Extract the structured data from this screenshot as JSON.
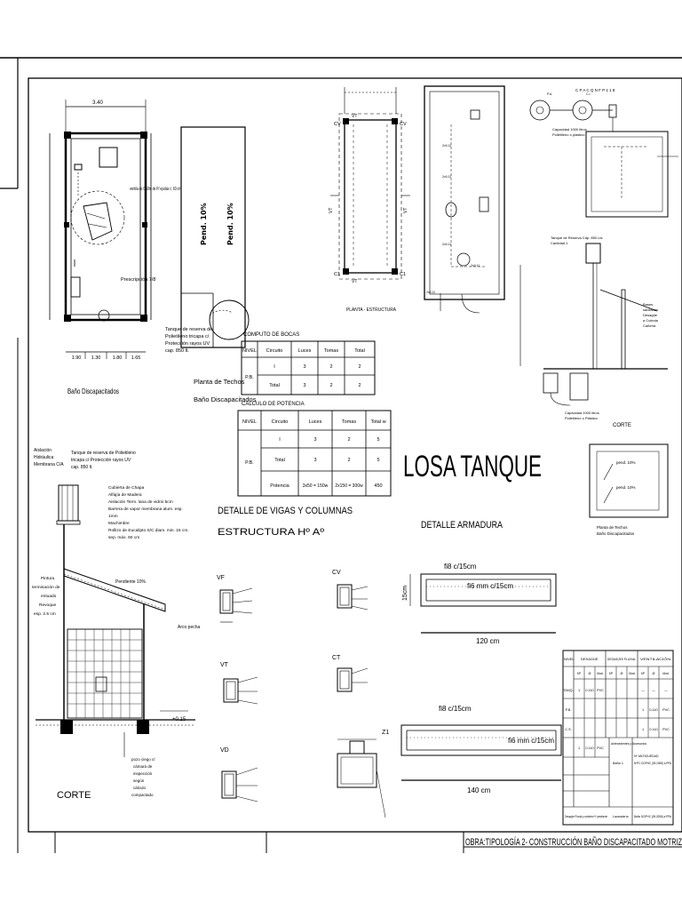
{
  "sheet": {
    "bottom_title": "OBRA:TIPOLOGÍA 2- CONSTRUCCIÓN BAÑO DISCAPACITADO MOTRIZ"
  },
  "plan_bano": {
    "title": "Baño Discapacitados",
    "dim_top": "3.40",
    "dim_ventilation": "ventila de\n0.60m de P/ ejudas c: 60 cm",
    "label_prescription": "Prescripción 7/8",
    "dims_bottom": [
      "1.90",
      "1.30",
      "1.80",
      "1.65"
    ]
  },
  "planta_techos": {
    "title_line1": "Planta de Techos",
    "title_line2": "Baño Discapacitados",
    "pend_left": "Pend. 10%",
    "pend_right": "Pend. 10%",
    "tank_note": [
      "Tanque de reserva de",
      "Polietileno tricapa c/",
      "Protección rayos UV",
      "cap. 850 lt."
    ]
  },
  "planta_estructura": {
    "title": "PLANTA - ESTRUCTURA",
    "labels": [
      "CV",
      "CV",
      "C1",
      "C1",
      "VT",
      "VT",
      "VT",
      "VT"
    ]
  },
  "computo_bocas": {
    "title": "COMPUTO DE BOCAS",
    "headers": [
      "NIVEL",
      "Circuito",
      "Luces",
      "Tomas",
      "Total"
    ],
    "nivel": "P.B.",
    "rows": [
      [
        "I",
        "3",
        "2",
        "2"
      ],
      [
        "Total",
        "3",
        "2",
        "2"
      ]
    ]
  },
  "calculo_potencia": {
    "title": "CALCULO DE POTENCIA",
    "headers": [
      "NIVEL",
      "Circuito",
      "Luces",
      "Tomas",
      "Total w"
    ],
    "nivel": "P.B.",
    "rows": [
      [
        "I",
        "3",
        "2",
        "5"
      ],
      [
        "Total",
        "3",
        "2",
        "5"
      ],
      [
        "Potencia",
        "3x50 = 150w",
        "2x150 = 300w",
        "450"
      ]
    ]
  },
  "losa": {
    "title": "LOSA TANQUE",
    "detalle": "DETALLE ARMADURA",
    "bar1_top": "fi8 c/15cm",
    "bar1_mid": "fi6 mm c/15cm",
    "bar1_len": "120 cm",
    "bar1_side": "15cm",
    "bar2_top": "fi8 c/15cm",
    "bar2_mid": "fi6 mm c/15cm",
    "bar2_len": "140 cm"
  },
  "vigas": {
    "title_line1": "DETALLE DE VIGAS Y COLUMNAS",
    "title_line2": "ESTRUCTURA Hº Aº",
    "sections": [
      "VF",
      "VT",
      "VD",
      "CV",
      "CT",
      "Z1"
    ]
  },
  "corte_left": {
    "title": "CORTE",
    "tank_note": [
      "Tanque de reserva de Polietileno",
      "tricapa c/ Protección rayos UV",
      "cap. 850 lt."
    ],
    "aislacion": [
      "Aislación",
      "Hidráulica",
      "Membrana C/A"
    ],
    "cubierta": [
      "Cubierta de Chapa",
      "Alfajía de Madera",
      "Aislación Term. lana de vidrio 5cm",
      "Barrera de vapor membrana alum. esp.",
      "1mm",
      "Machimbre",
      "Rollizo de Eucalipto S/C diam. min. 15 cm.",
      "sep. máx. 60 cm"
    ],
    "pendiente": "Pendiente 10%",
    "pintura": [
      "Pintura",
      "terminación de",
      "entuado",
      "Revoque",
      "esp. 2.5 cm"
    ],
    "arco": "Arco pecha",
    "nivel": "+0.15",
    "note_bottom": [
      "pozo ciego c/",
      "cámara de",
      "inspección",
      "según",
      "cálculo",
      "compactado"
    ]
  },
  "corte_right": {
    "title": "CORTE",
    "capacidad1": [
      "Capacidad 1000 litros",
      "Polietileno o plástico"
    ],
    "capacidad2": [
      "Capacidad 1000 litros",
      "Polietileno o Plástico"
    ],
    "tanque": [
      "Tanque de Reserva Cap. 850 Lts",
      "Cantidad 1"
    ],
    "cloaca_note": [
      "Bases",
      "sanitarias",
      "Desagüe",
      "a Colecta",
      "Cañería"
    ]
  },
  "small_plan": {
    "title_line1": "Planta de Techos",
    "title_line2": "Baño Discapacitados",
    "p1": "pend. 10%",
    "p2": "pend. 10%"
  },
  "schedule": {
    "headers": [
      "NIVEL",
      "DESAGÜE",
      "DESAGÜES PLUVIAL",
      "VENTILACIÓN"
    ],
    "sub": [
      "Nº",
      "Ø",
      "Mat.",
      "Nº",
      "Ø",
      "Mat.",
      "Nº",
      "Ø",
      "Mat."
    ],
    "rows": [
      [
        "TANQ.",
        "1",
        "0.110",
        "PVC",
        "",
        "",
        "",
        "—",
        "—",
        "—"
      ],
      [
        "P.B.",
        "",
        "",
        "",
        "",
        "",
        "",
        "1",
        "0.110",
        "PVC"
      ],
      [
        "C.S.",
        "",
        "",
        "",
        "",
        "",
        "",
        "1",
        "0.110",
        "PVC"
      ],
      [
        "",
        "1",
        "0.110",
        "PVC",
        "",
        "",
        "",
        "",
        "",
        ""
      ]
    ],
    "footer_left": "Desagüe Pluvial y cubierta Hº pendiente",
    "footer_mid": "Lavandería",
    "footer_right": "Baño DOPHC (09.2008) a PPA",
    "side_labels": [
      "Antecedentes y Accesorios",
      "Baño 1",
      "Nº ANTIGUEDAD",
      "NºPC DOPHC (09.2008) a PPA"
    ]
  }
}
